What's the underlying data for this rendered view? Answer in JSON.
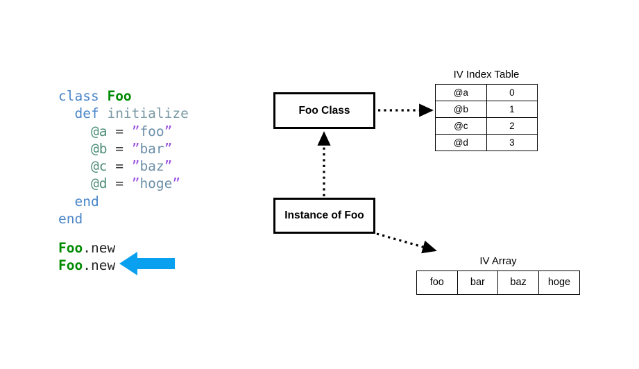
{
  "code": {
    "lines": [
      [
        {
          "t": "class ",
          "c": "t-kw"
        },
        {
          "t": "Foo",
          "c": "t-cls"
        }
      ],
      [
        {
          "t": "  ",
          "c": "t-plain"
        },
        {
          "t": "def ",
          "c": "t-kw"
        },
        {
          "t": "initialize",
          "c": "t-meth"
        }
      ],
      [
        {
          "t": "    ",
          "c": "t-plain"
        },
        {
          "t": "@a",
          "c": "t-ivar"
        },
        {
          "t": " = ",
          "c": "t-op"
        },
        {
          "t": "”",
          "c": "t-quote"
        },
        {
          "t": "foo",
          "c": "t-str"
        },
        {
          "t": "”",
          "c": "t-quote"
        }
      ],
      [
        {
          "t": "    ",
          "c": "t-plain"
        },
        {
          "t": "@b",
          "c": "t-ivar"
        },
        {
          "t": " = ",
          "c": "t-op"
        },
        {
          "t": "”",
          "c": "t-quote"
        },
        {
          "t": "bar",
          "c": "t-str"
        },
        {
          "t": "”",
          "c": "t-quote"
        }
      ],
      [
        {
          "t": "    ",
          "c": "t-plain"
        },
        {
          "t": "@c",
          "c": "t-ivar"
        },
        {
          "t": " = ",
          "c": "t-op"
        },
        {
          "t": "”",
          "c": "t-quote"
        },
        {
          "t": "baz",
          "c": "t-str"
        },
        {
          "t": "”",
          "c": "t-quote"
        }
      ],
      [
        {
          "t": "    ",
          "c": "t-plain"
        },
        {
          "t": "@d",
          "c": "t-ivar"
        },
        {
          "t": " = ",
          "c": "t-op"
        },
        {
          "t": "”",
          "c": "t-quote"
        },
        {
          "t": "hoge",
          "c": "t-str"
        },
        {
          "t": "”",
          "c": "t-quote"
        }
      ],
      [
        {
          "t": "  ",
          "c": "t-plain"
        },
        {
          "t": "end",
          "c": "t-kw"
        }
      ],
      [
        {
          "t": "end",
          "c": "t-kw"
        }
      ]
    ],
    "tail_lines": [
      [
        {
          "t": "Foo",
          "c": "t-cls"
        },
        {
          "t": ".new",
          "c": "t-plain"
        }
      ],
      [
        {
          "t": "Foo",
          "c": "t-cls"
        },
        {
          "t": ".new",
          "c": "t-plain"
        }
      ]
    ]
  },
  "diagram": {
    "foo_class_label": "Foo Class",
    "instance_label": "Instance of Foo",
    "iv_index_table": {
      "caption": "IV Index Table",
      "rows": [
        {
          "name": "@a",
          "index": "0"
        },
        {
          "name": "@b",
          "index": "1"
        },
        {
          "name": "@c",
          "index": "2"
        },
        {
          "name": "@d",
          "index": "3"
        }
      ]
    },
    "iv_array": {
      "caption": "IV Array",
      "cells": [
        "foo",
        "bar",
        "baz",
        "hoge"
      ]
    }
  },
  "highlight": {
    "arrow_color": "#0aa0f0",
    "arrow_direction": "left"
  }
}
